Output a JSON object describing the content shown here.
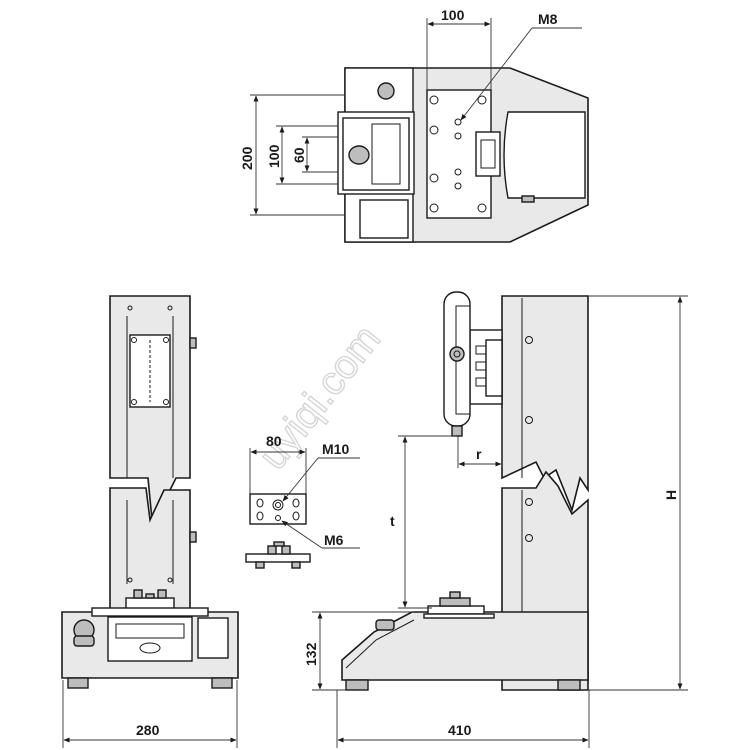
{
  "watermark": "uyiqi.com",
  "top_view": {
    "dim_100_top": "100",
    "dim_m8": "M8",
    "dim_200": "200",
    "dim_100_left": "100",
    "dim_60": "60"
  },
  "front_view": {
    "dim_280": "280"
  },
  "mount_plate": {
    "dim_80": "80",
    "dim_m10": "M10",
    "dim_m6": "M6"
  },
  "side_view": {
    "dim_r": "r",
    "dim_t": "t",
    "dim_h": "H",
    "dim_132": "132",
    "dim_410": "410"
  }
}
